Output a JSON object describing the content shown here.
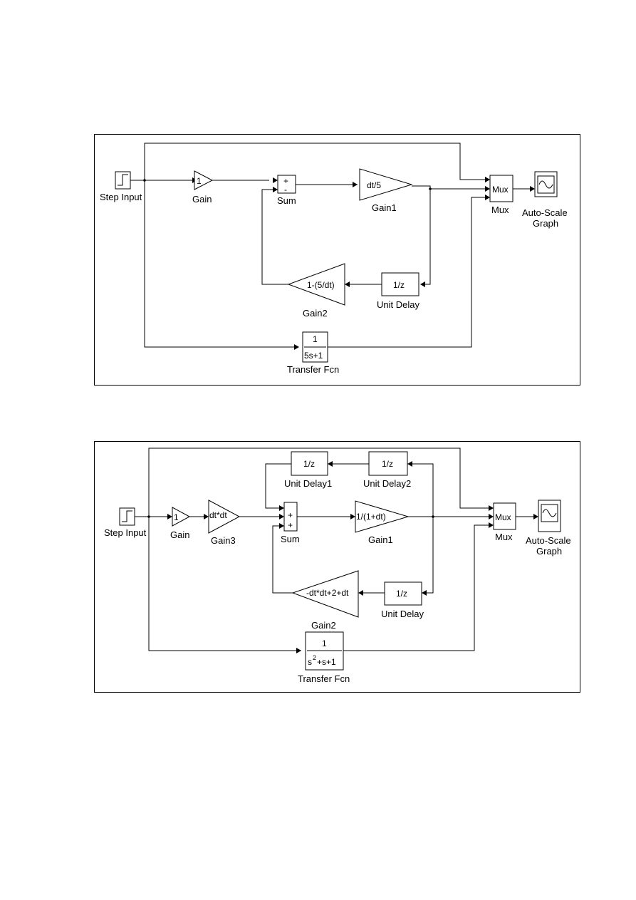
{
  "diagram1": {
    "step_input": "Step Input",
    "gain": {
      "value": "1",
      "label": "Gain"
    },
    "sum": {
      "label": "Sum",
      "signs": [
        "+",
        "-"
      ]
    },
    "gain1": {
      "value": "dt/5",
      "label": "Gain1"
    },
    "gain2": {
      "value": "1-(5/dt)",
      "label": "Gain2"
    },
    "unit_delay": {
      "value": "1/z",
      "label": "Unit Delay"
    },
    "transfer_fcn": {
      "num": "1",
      "den": "5s+1",
      "label": "Transfer Fcn"
    },
    "mux": {
      "value": "Mux",
      "label": "Mux"
    },
    "scope": {
      "label_line1": "Auto-Scale",
      "label_line2": "Graph"
    }
  },
  "diagram2": {
    "step_input": "Step Input",
    "gain": {
      "value": "1",
      "label": "Gain"
    },
    "gain3": {
      "value": "dt*dt",
      "label": "Gain3"
    },
    "sum": {
      "label": "Sum",
      "signs": [
        "+",
        "+"
      ]
    },
    "gain1": {
      "value": "1/(1+dt)",
      "label": "Gain1"
    },
    "gain2": {
      "value": "-dt*dt+2+dt",
      "label": "Gain2"
    },
    "unit_delay": {
      "value": "1/z",
      "label": "Unit Delay"
    },
    "unit_delay1": {
      "value": "1/z",
      "label": "Unit Delay1"
    },
    "unit_delay2": {
      "value": "1/z",
      "label": "Unit Delay2"
    },
    "transfer_fcn": {
      "num": "1",
      "den_a": "s",
      "den_exp": "2",
      "den_b": "+s+1",
      "label": "Transfer Fcn"
    },
    "mux": {
      "value": "Mux",
      "label": "Mux"
    },
    "scope": {
      "label_line1": "Auto-Scale",
      "label_line2": "Graph"
    }
  }
}
